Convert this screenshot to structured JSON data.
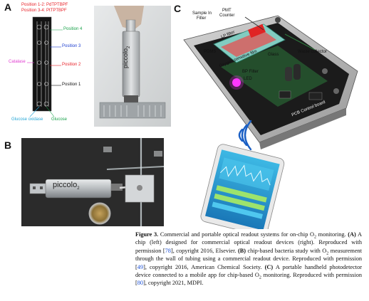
{
  "panel_a": {
    "letter": "A",
    "legend_line1": "Position 1-2: PdTPTBPF",
    "legend_line2": "Position 3-4: PtTPTBPF",
    "labels": {
      "position4": "Position 4",
      "position3": "Position 3",
      "position2": "Position 2",
      "position1": "Position 1",
      "catalase": "Catalase",
      "glucose_oxidase": "Glucose oxidase",
      "glucose": "Glucose"
    },
    "device_brand": "piccolo",
    "device_sub": "2"
  },
  "panel_b": {
    "letter": "B",
    "device_brand": "piccolo",
    "device_sub": "2"
  },
  "panel_c": {
    "letter": "C",
    "labels": {
      "sample_in": "Sample In",
      "filter": "Filter",
      "pmt": "PMT",
      "counter": "Counter",
      "lp_filter": "LP filter",
      "pdms": "PDMS",
      "oxygen_film": "Oxygen sensitive film",
      "glass": "Glass",
      "waste": "Waste collector",
      "bp_filter": "BP Filter",
      "led": "LED",
      "pcb": "PCB Control board"
    }
  },
  "caption": {
    "fig": "Figure 3.",
    "p1": " Commercial and portable optical readout systems for on-chip O",
    "p2": " monitoring. ",
    "a_lbl": "(A)",
    "p3": " A chip (left) designed for commercial optical readout devices (right). Reproduced with permission [",
    "ref1": "78",
    "p4": "], copyright 2016, Elsevier. ",
    "b_lbl": "(B)",
    "p5": " chip-based bacteria study with O",
    "p6": " measurement through the wall of tubing using a commercial readout device. Reproduced with permission [",
    "ref2": "49",
    "p7": "], copyright 2016, American Chemical Society. ",
    "c_lbl": "(C)",
    "p8": " A portable handheld photodetector device connected to a mobile app for chip-based O",
    "p9": " monitoring. Reproduced with permission [",
    "ref3": "80",
    "p10": "], copyright 2021, MDPI.",
    "sub": "2"
  }
}
